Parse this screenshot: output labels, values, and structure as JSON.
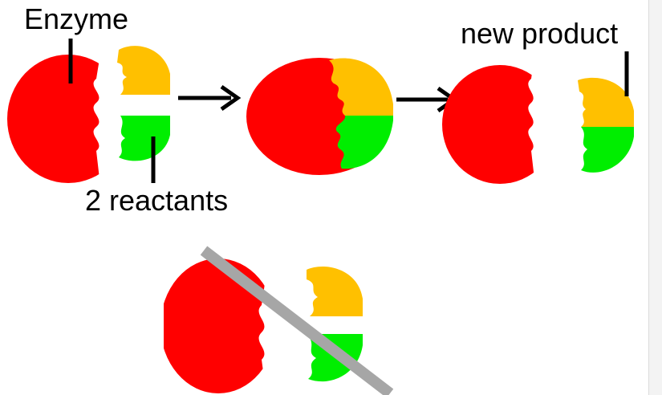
{
  "labels": {
    "enzyme": "Enzyme",
    "new_product": "new product",
    "reactants": "2 reactants"
  },
  "colors": {
    "enzyme": "#ff0000",
    "reactant_top": "#ffc000",
    "reactant_bottom": "#00ee00",
    "arrow": "#000000",
    "strike": "#a6a6a6"
  },
  "icons": {
    "arrow": "right-arrow",
    "strike": "diagonal-strike-line"
  }
}
